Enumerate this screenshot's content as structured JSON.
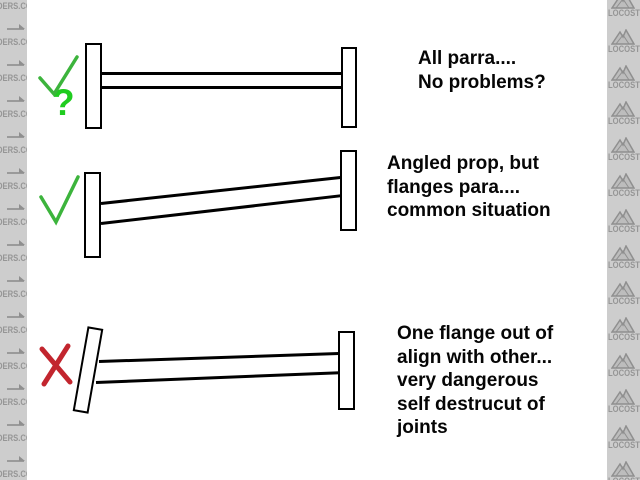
{
  "watermark": {
    "left_text": "DERS.CO",
    "right_text": "LOCOST",
    "repeat_count": 14,
    "strip_color": "#cdcdcd",
    "text_color": "#959595"
  },
  "colors": {
    "check": "#3cb43c",
    "question": "#1fcc1f",
    "cross": "#c2252e",
    "ink": "#000000",
    "background": "#ffffff"
  },
  "rows": [
    {
      "status": "check",
      "question": "?",
      "caption": [
        "All parra....",
        "No problems?"
      ]
    },
    {
      "status": "check",
      "caption": [
        "Angled prop, but",
        "flanges para....",
        "common situation"
      ]
    },
    {
      "status": "cross",
      "caption": [
        "One flange out of",
        "align with other...",
        "very dangerous",
        "self destrucut of",
        "joints"
      ]
    }
  ]
}
